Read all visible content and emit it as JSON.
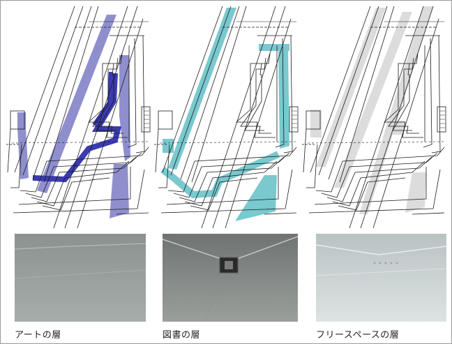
{
  "layers": [
    {
      "id": "art",
      "caption": "アートの層",
      "highlight": "#8f8fce",
      "strong": "#3b3bb0",
      "photo_tone": [
        "#8c9290",
        "#a7adab"
      ]
    },
    {
      "id": "library",
      "caption": "図書の層",
      "highlight": "#79c9cf",
      "strong": "#79c9cf",
      "photo_tone": [
        "#6f7371",
        "#9a9f9c"
      ]
    },
    {
      "id": "free-space",
      "caption": "フリースペースの層",
      "highlight": "#dcdcdc",
      "strong": "#dcdcdc",
      "photo_tone": [
        "#b9c2c3",
        "#dde3e3"
      ]
    }
  ]
}
